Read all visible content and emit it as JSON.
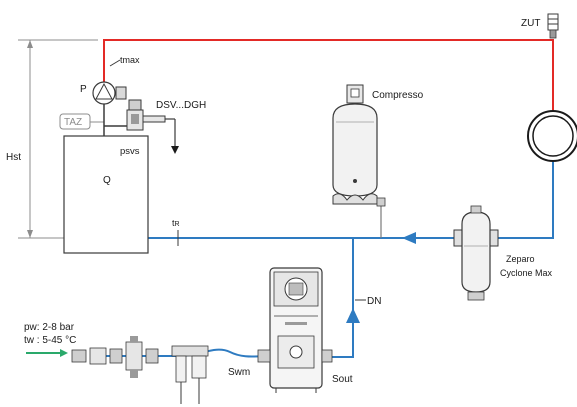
{
  "labels": {
    "zut": "ZUT",
    "tmax": "tmax",
    "pump": "P",
    "dsv": "DSV...DGH",
    "taz": "TAZ",
    "psvs": "psvs",
    "hst": "Hst",
    "q": "Q",
    "compresso": "Compresso",
    "tr_main": "t",
    "tr_sub": "R",
    "zeparo_line1": "Zeparo",
    "zeparo_line2": "Cyclone Max",
    "dn": "DN",
    "pw": "pw: 2-8 bar",
    "tw": "tw :  5-45 °C",
    "swm": "Swm",
    "sout": "Sout"
  },
  "colors": {
    "supply": "#e32a26",
    "return": "#2e7bc1",
    "inlet": "#2aa96b",
    "outline": "#3a3a3a",
    "dim": "#8c8c8c"
  }
}
